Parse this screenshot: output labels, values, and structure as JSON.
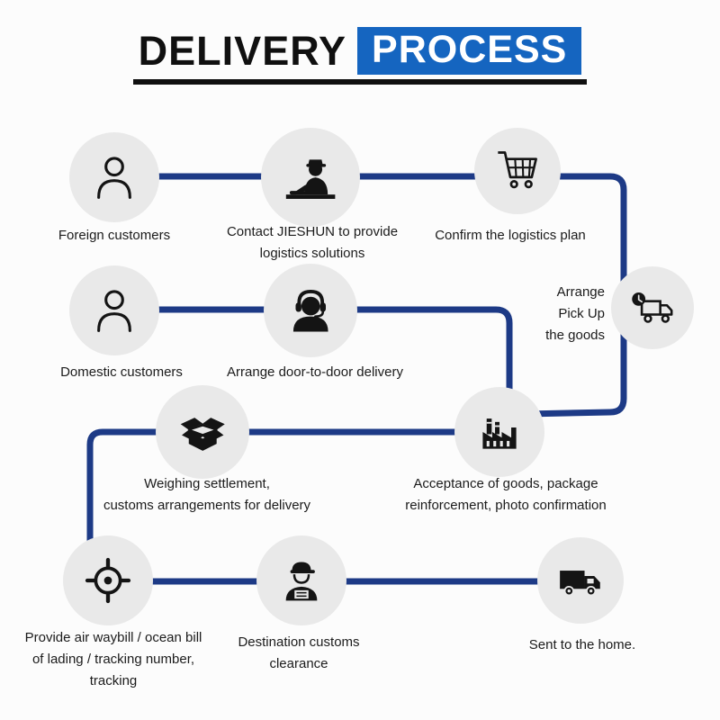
{
  "title": {
    "word_dark": "DELIVERY",
    "word_light": "PROCESS"
  },
  "colors": {
    "line": "#1d3a86",
    "title_box": "#1565c0",
    "circle_bg": "#e9e9e9",
    "ink": "#141414",
    "background": "#fcfcfc"
  },
  "nodes": {
    "foreign": {
      "label": "Foreign customers",
      "icon": "person-icon"
    },
    "contact": {
      "label": "Contact JIESHUN to provide\nlogistics solutions",
      "icon": "customs-officer-icon"
    },
    "confirm": {
      "label": "Confirm the logistics plan",
      "icon": "shopping-cart-icon"
    },
    "pickup": {
      "label": "Arrange\nPick Up\nthe goods",
      "icon": "truck-clock-icon"
    },
    "domestic": {
      "label": "Domestic customers",
      "icon": "person-icon"
    },
    "door": {
      "label": "Arrange door-to-door delivery",
      "icon": "headset-agent-icon"
    },
    "weighing": {
      "label": "Weighing settlement,\ncustoms arrangements for delivery",
      "icon": "open-box-icon"
    },
    "acceptance": {
      "label": "Acceptance of goods, package\nreinforcement, photo confirmation",
      "icon": "factory-icon"
    },
    "waybill": {
      "label": "Provide air waybill / ocean bill\nof lading / tracking number,\ntracking",
      "icon": "target-tracking-icon"
    },
    "clearance": {
      "label": "Destination customs\nclearance",
      "icon": "cap-agent-document-icon"
    },
    "home": {
      "label": "Sent to the home.",
      "icon": "delivery-truck-icon"
    }
  }
}
